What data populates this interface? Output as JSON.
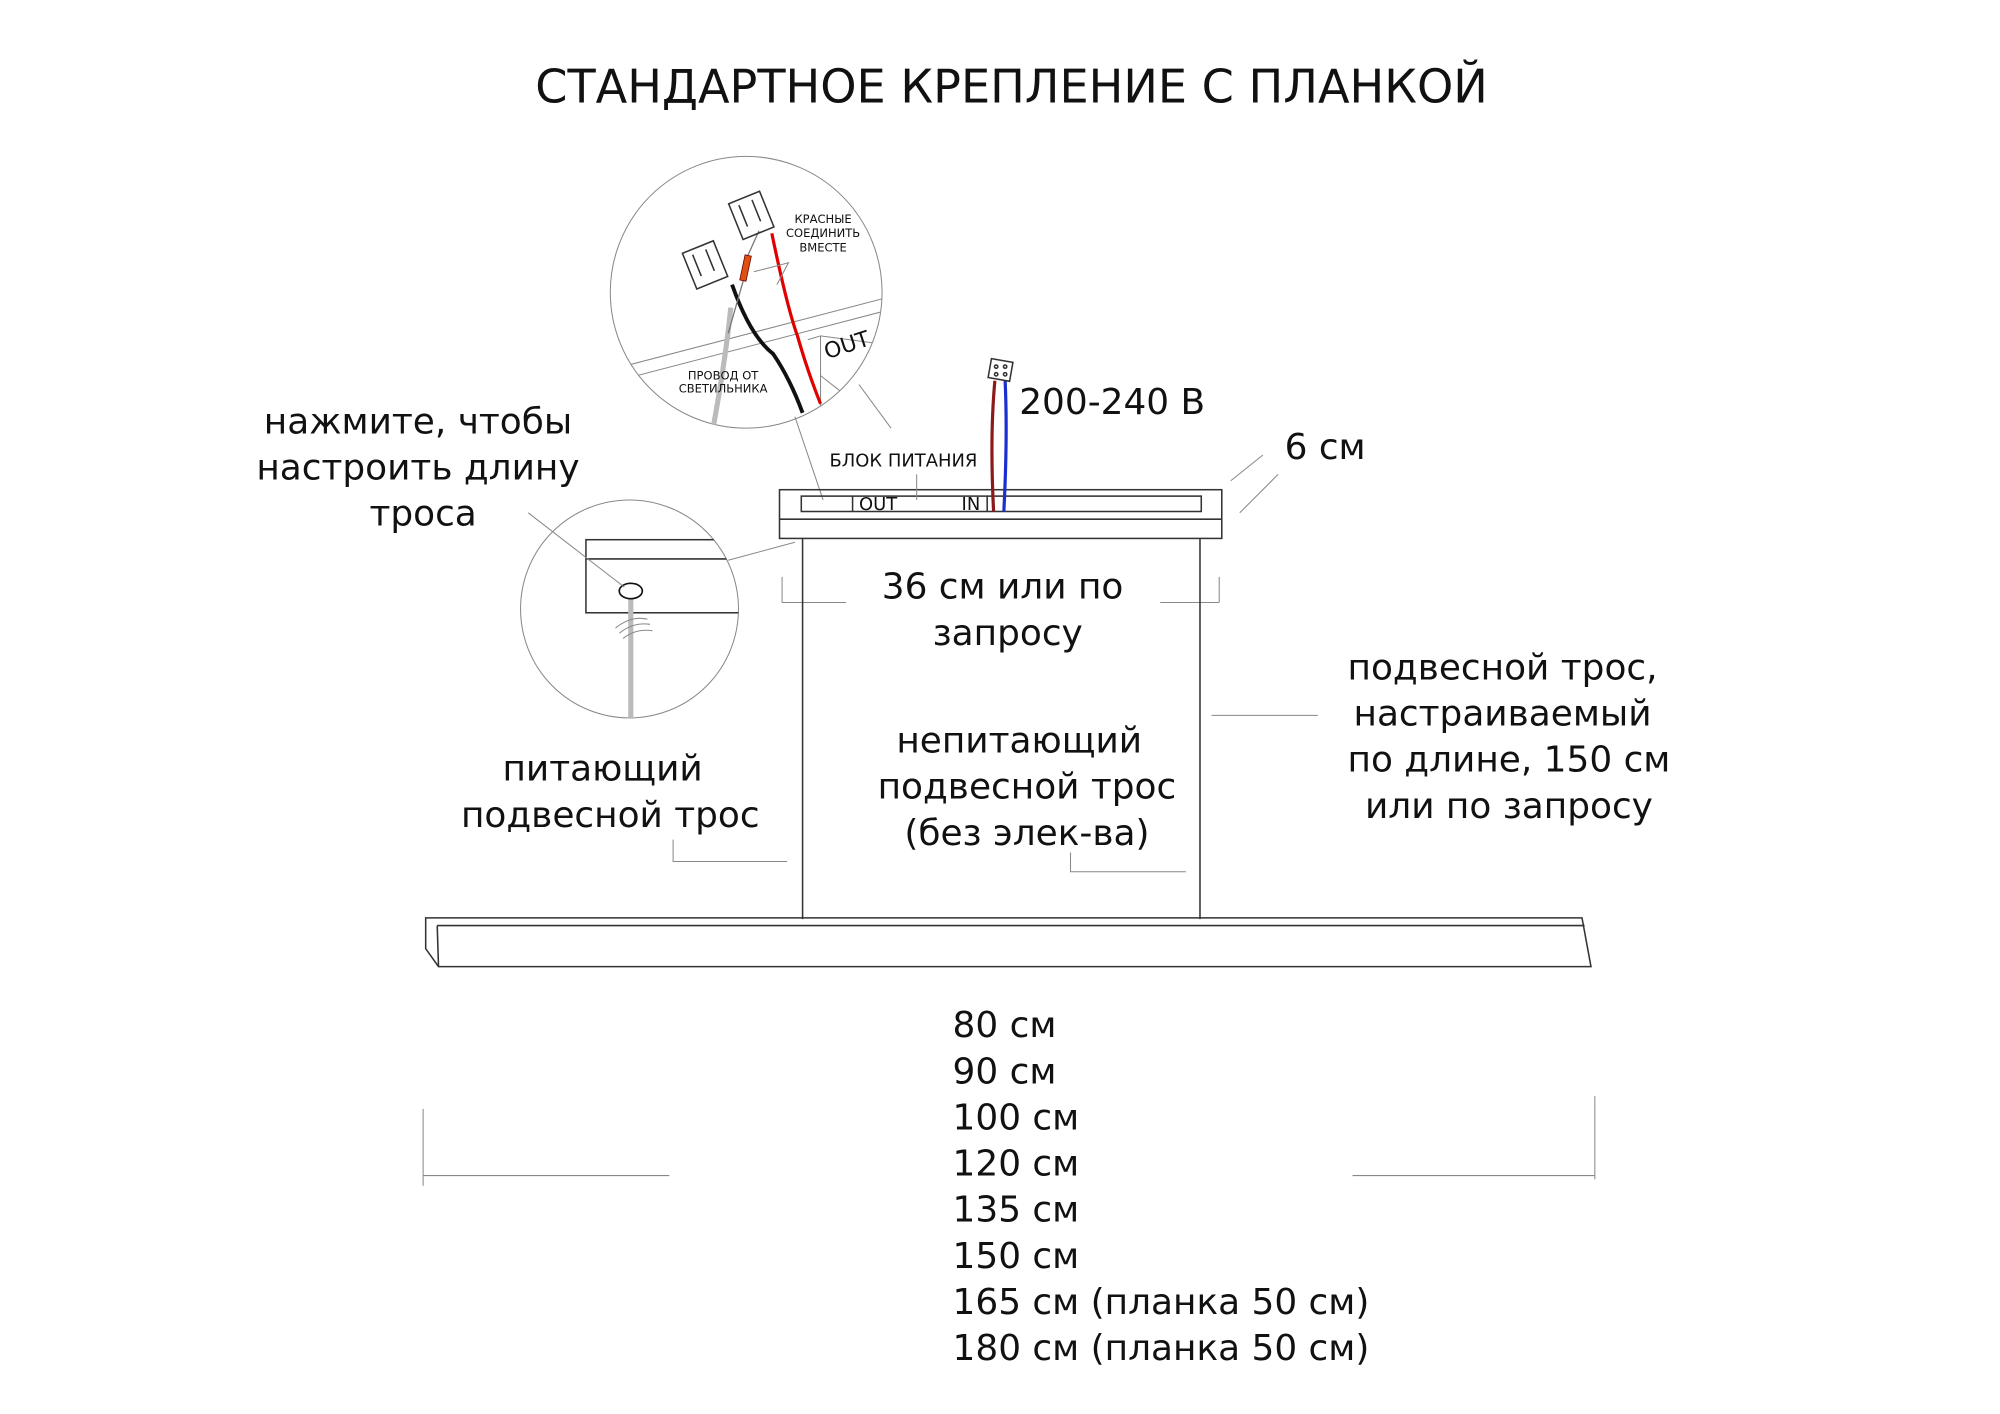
{
  "title": "СТАНДАРТНОЕ КРЕПЛЕНИЕ С ПЛАНКОЙ",
  "detail_top": {
    "red_note": [
      "КРАСНЫЕ",
      "СОЕДИНИТЬ",
      "ВМЕСТЕ"
    ],
    "wire_note": [
      "ПРОВОД ОТ",
      "СВЕТИЛЬНИКА"
    ],
    "out_label": "OUT"
  },
  "power_block": {
    "label": "БЛОК ПИТАНИЯ",
    "out": "OUT",
    "in": "IN",
    "voltage": "200-240 В",
    "depth": "6 см",
    "width": [
      "36 см или по",
      "запросу"
    ]
  },
  "adjust_note": [
    "нажмите, чтобы",
    "настроить длину",
    "троса"
  ],
  "powered_cable": [
    "питающий",
    "подвесной трос"
  ],
  "unpowered_cable": [
    "непитающий",
    "подвесной трос",
    "(без элек-ва)"
  ],
  "suspension_cable": [
    "подвесной трос,",
    "настраиваемый",
    "по длине, 150 см",
    "или по запросу"
  ],
  "lengths": [
    "80 см",
    "90 см",
    "100 см",
    "120 см",
    "135 см",
    "150 см",
    "165 см (планка 50 см)",
    "180 см (планка 50 см)"
  ],
  "colors": {
    "red_wire": "#e00000",
    "brown_wire": "#8b1a1a",
    "blue_wire": "#1a2fd0",
    "grey_cable": "#bbbbbb",
    "orange": "#e05010"
  }
}
